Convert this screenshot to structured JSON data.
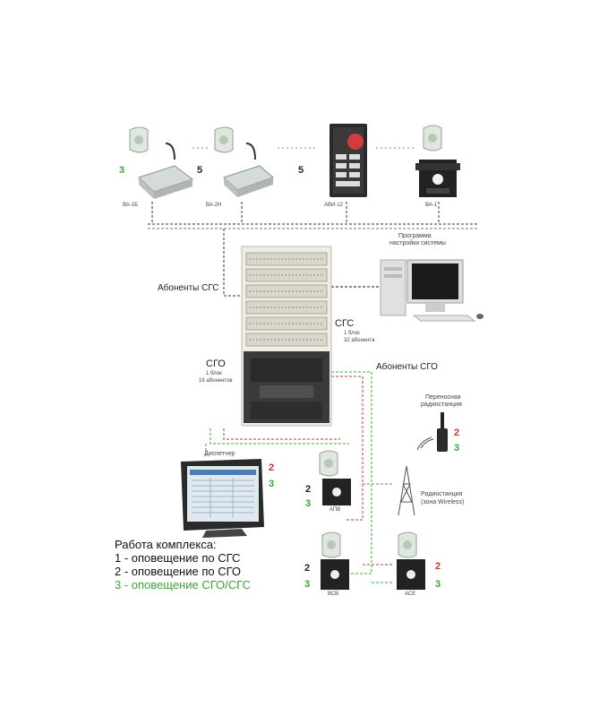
{
  "devices": {
    "top1": {
      "label": "ВА-1Б",
      "num": "3"
    },
    "top2": {
      "label": "ВА-2Н",
      "num": "5"
    },
    "top3": {
      "label": "АВИ-12",
      "num": "5"
    },
    "top4": {
      "label": "ВА-1"
    },
    "pc_title": [
      "Программа",
      "настройки системы"
    ],
    "radio_title": [
      "Переносная",
      "радиостанция"
    ],
    "radio_nums": [
      "2",
      "3"
    ],
    "mast_title": [
      "Радиостанция",
      "(зона Wireless)"
    ],
    "dispatcher_label": "Диспетчер",
    "disp_nums": [
      "2",
      "3"
    ],
    "apb_label": "АПВ",
    "apb_nums": [
      "2",
      "3"
    ],
    "bot1_label": "ВСВ",
    "bot1_nums": [
      "2",
      "3"
    ],
    "bot2_label": "АСЕ",
    "bot2_nums": [
      "2",
      "3"
    ]
  },
  "labels": {
    "sgs_subscribers": "Абоненты СГС",
    "sgo_subscribers": "Абоненты СГО",
    "sgs": "СГС",
    "sgs_sub": [
      "1 блок",
      "32 абонента"
    ],
    "sgo": "СГО",
    "sgo_sub": [
      "1 блок",
      "16 абонентов"
    ]
  },
  "legend": {
    "title": "Работа комплекса:",
    "items": [
      "1 - оповещение по СГС",
      "2 - оповещение по СГО",
      "3 - оповещение СГО/СГС"
    ]
  },
  "colors": {
    "green": "#3aa535",
    "red": "#c0392b",
    "cabinet": "#e8e6dc",
    "dark": "#2b2b2b"
  }
}
